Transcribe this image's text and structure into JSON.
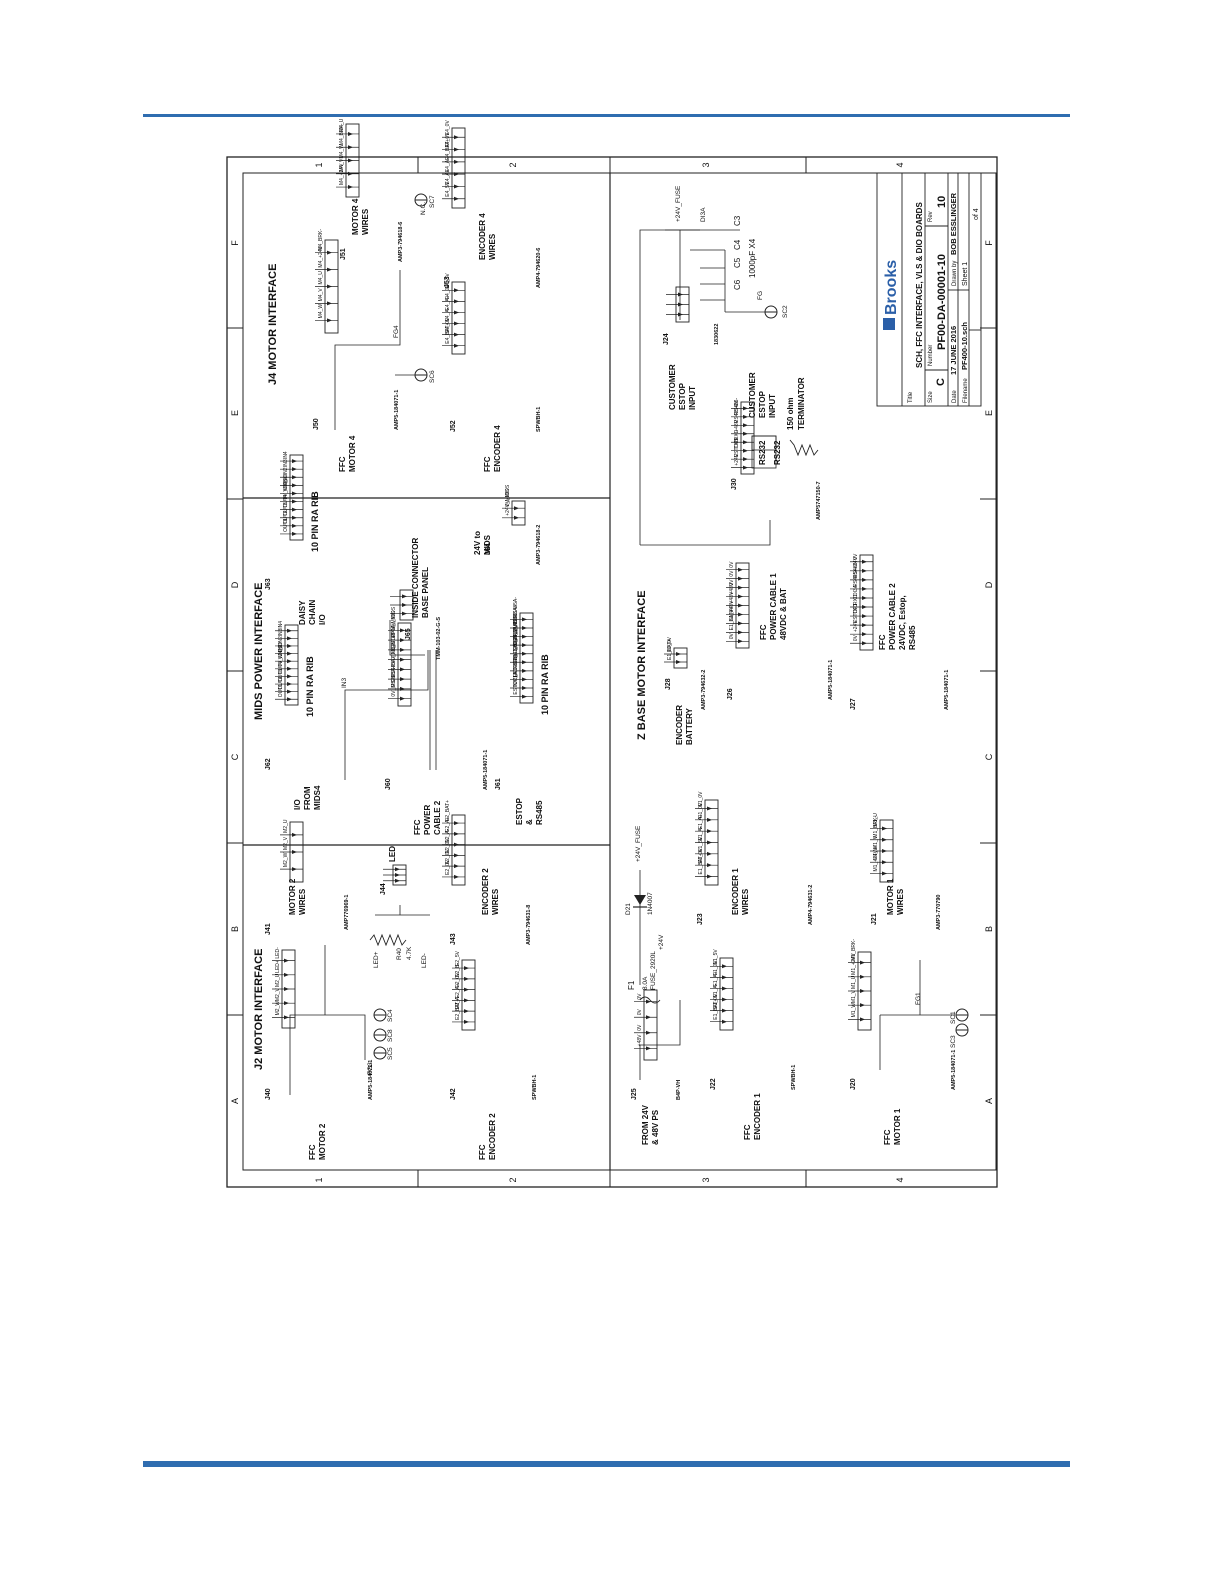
{
  "colors": {
    "rule": "#2f6db0",
    "ink": "#222222",
    "brand": "#2b5fa8"
  },
  "frame": {
    "col_labels": [
      "1",
      "2",
      "3",
      "4"
    ],
    "row_labels": [
      "A",
      "B",
      "C",
      "D",
      "E",
      "F"
    ]
  },
  "sections": {
    "j2": "J2 MOTOR INTERFACE",
    "mids": "MIDS POWER INTERFACE",
    "j4": "J4 MOTOR INTERFACE",
    "zbase": "Z BASE MOTOR INTERFACE"
  },
  "title_block": {
    "logo": "Brooks",
    "title_label": "Title",
    "title": "SCH, FFC INTERFACE, VLS  & DIO BOARDS",
    "size_label": "Size",
    "size": "C",
    "number_label": "Number",
    "number": "PF00-DA-00001-10",
    "rev_label": "Rev",
    "rev": "10",
    "date_label": "Date",
    "date": "17 JUNE 2016",
    "drawn_label": "Drawn by",
    "drawn_by": "BOB ESSLINGER",
    "filename_label": "Filename",
    "filename": "PF400-10.sch",
    "sheet": "Sheet 1",
    "sheet_of": "of 4"
  },
  "connectors": {
    "j40": {
      "ref": "J40",
      "label1": "FFC",
      "label2": "MOTOR 2",
      "part": "AMP5-184071-1",
      "pins": [
        "M2_W",
        "M2_V",
        "M2_U",
        "LED+",
        "LED-"
      ]
    },
    "j41": {
      "ref": "J41",
      "label1": "MOTOR 2",
      "label2": "WIRES",
      "part": "AMP776969-1",
      "pins": [
        "M2_W",
        "M2_V",
        "M2_U"
      ]
    },
    "j44": {
      "ref": "J44",
      "label1": "LED"
    },
    "r40": {
      "ref": "R40",
      "value": "4.7K",
      "led_plus": "LED+",
      "led_minus": "LED-"
    },
    "j42": {
      "ref": "J42",
      "label1": "FFC",
      "label2": "ENCODER 2",
      "part": "SPWBH-1",
      "pins": [
        "E2_BAT+",
        "E2_A-",
        "E2_A+",
        "E2_0V",
        "E2_B-",
        "E2_5V"
      ]
    },
    "j43": {
      "ref": "J43",
      "label1": "ENCODER 2",
      "label2": "WIRES",
      "part": "AMP3-794631-8",
      "pins": [
        "E2_0V",
        "E2_0V",
        "E2_0V",
        "E2_A-",
        "E2_A+",
        "E2_BAT+"
      ]
    },
    "j62": {
      "ref": "J62",
      "label1": "I/O",
      "label2": "FROM",
      "label3": "MIDS4",
      "rib": "10 PIN RA RIB",
      "pins": [
        "OUT1",
        "OUT2",
        "OUT3",
        "OUT4",
        "0V_MIDS",
        "V24_IO",
        "IN1",
        "IN2",
        "IN3",
        "IN4"
      ]
    },
    "j63": {
      "ref": "J63",
      "label1": "DAISY",
      "label2": "CHAIN",
      "label3": "I/O",
      "rib": "10 PIN RA RIB",
      "pins": [
        "OUT1",
        "OUT2",
        "OUT3",
        "OUT4",
        "0V_MIDS",
        "V24_IO",
        "IN1",
        "IN2",
        "IN3",
        "IN4"
      ]
    },
    "j60": {
      "ref": "J60",
      "label1": "FFC",
      "label2": "POWER",
      "label3": "CABLE 2",
      "part": "AMP5-184071-1",
      "pins": [
        "0V_MIDS",
        "RS485A+",
        "RS485A-",
        "RXD_MCP",
        "TXD_MCP",
        "ESTOP1A",
        "+24V_MIDS",
        "0V_MIDS"
      ]
    },
    "j61": {
      "ref": "J61",
      "label1": "ESTOP",
      "label2": "&",
      "label3": "RS485",
      "rib": "10 PIN RA RIB",
      "pins": [
        "ESTOP1A",
        "N/C_FORCE_ESTOP1_OUT",
        "ESTOP2A",
        "FORCE ESTOP 2",
        "RXD_MCP",
        "TXD_MCP",
        "+24V_MIDS",
        "0V_MIDS",
        "RS485A+",
        "RS485A-"
      ]
    },
    "j65": {
      "ref": "J65",
      "label1": "INSIDE CONNECTOR",
      "label2": "BASE PANEL",
      "part": "TMM-103-02-G-S"
    },
    "j64": {
      "ref": "J64",
      "label1": "24V to",
      "label2": "MIDS",
      "part": "AMP3-794618-2",
      "pins": [
        "+24V_MIDS",
        "0V_MIDS"
      ]
    },
    "j50": {
      "ref": "J50",
      "label1": "FFC",
      "label2": "MOTOR 4",
      "part": "AMP5-184071-1",
      "pins": [
        "M4_W",
        "M4_V",
        "M4_U",
        "M4_+24V",
        "M4_BRK-"
      ]
    },
    "j51": {
      "ref": "J51",
      "label1": "MOTOR 4",
      "label2": "WIRES",
      "part": "AMP3-794618-6",
      "pins": [
        "M4_+24V",
        "M4_V",
        "M4_W",
        "M4_BRK-",
        "M4_U"
      ]
    },
    "j52": {
      "ref": "J52",
      "label1": "FFC",
      "label2": "ENCODER 4",
      "part": "SPWBH-1",
      "pins": [
        "E4_BAT+",
        "E4_0V",
        "E4_A-",
        "E4_A+",
        "E4_0V",
        "E4_5V"
      ]
    },
    "j53": {
      "ref": "J53",
      "label1": "ENCODER 4",
      "label2": "WIRES",
      "part": "AMP4-794620-6",
      "pins": [
        "E4_5V",
        "E4_A+",
        "E4_A-",
        "E4_BAT+",
        "E4_0V",
        "E4_0V"
      ]
    },
    "j25": {
      "ref": "J25",
      "label1": "FROM 24V",
      "label2": "& 48V PS",
      "part": "B4P-VH",
      "pins": [
        "+48V",
        "0V",
        "0V",
        "0V"
      ]
    },
    "f1": {
      "ref": "F1",
      "value": "8.0A",
      "part": "FUSE_2920L",
      "net": "+24V"
    },
    "d21": {
      "ref": "D21",
      "part": "1N4007",
      "net": "+24V_FUSE"
    },
    "j22": {
      "ref": "J22",
      "label1": "FFC",
      "label2": "ENCODER 1",
      "part": "SPWBH-1",
      "pins": [
        "E1_BAT+",
        "E1_0V",
        "E1_A-",
        "E1_A+",
        "E1_0V",
        "E1_5V"
      ]
    },
    "j23": {
      "ref": "J23",
      "label1": "ENCODER 1",
      "label2": "WIRES",
      "part": "AMP4-794631-2",
      "pins": [
        "E1_BAT+",
        "E1_0V",
        "E1_5V",
        "E1_A-",
        "E1_A+",
        "E1_0V",
        "E1_0V"
      ]
    },
    "j20": {
      "ref": "J20",
      "label1": "FFC",
      "label2": "MOTOR 1",
      "part": "AMP5-184071-1",
      "pins": [
        "M1_W",
        "M1_V",
        "M1_U",
        "M1_+24V",
        "M1_BRK-"
      ]
    },
    "j21": {
      "ref": "J21",
      "label1": "MOTOR 1",
      "label2": "WIRES",
      "part": "AMP3-770790",
      "pins": [
        "M1_+24V",
        "M1_W",
        "M1_V",
        "M1_BRK-",
        "M1_U"
      ]
    },
    "j28": {
      "ref": "J28",
      "label1": "ENCODER",
      "label2": "BATTERY",
      "part": "AMP3-794632-2",
      "pins": [
        "E1_BAT+",
        "E1_0V"
      ]
    },
    "j26": {
      "ref": "J26",
      "label1": "FFC",
      "label2": "POWER CABLE 1",
      "label3": "48VDC  & BAT",
      "part": "AMP5-184071-1",
      "pins": [
        "0V",
        "E1_BAT+",
        "E1_0V",
        "+48V",
        "+48V",
        "+48V",
        "0V",
        "0V",
        "0V"
      ]
    },
    "j27": {
      "ref": "J27",
      "label1": "FFC",
      "label2": "POWER CABLE 2",
      "label3": "24VDC, Estop,",
      "label4": "RS485",
      "part": "AMP5-184071-1",
      "pins": [
        "0V",
        "+24V",
        "ESTOP1",
        "TXD",
        "RXD",
        "DI3A",
        "RS485+",
        "RS485-",
        "+24V",
        "0V"
      ]
    },
    "j30": {
      "ref": "J30",
      "part": "AMP5747150-7",
      "pins": [
        "+24V",
        "ESTOP1",
        "TXD",
        "RXD",
        "+48V",
        "RS485+",
        "RS485-",
        "0V"
      ]
    },
    "j24": {
      "ref": "J24",
      "label1": "CUSTOMER",
      "label2": "ESTOP",
      "label3": "INPUT",
      "part": "1830622"
    },
    "rs232": {
      "a": "RS232",
      "b": "RS232",
      "cust1": "CUSTOMER",
      "cust2": "ESTOP",
      "cust3": "INPUT",
      "term1": "150 ohm",
      "term2": "TERMINATOR"
    },
    "caps": {
      "net": "+24V_FUSE",
      "di3a": "DI3A",
      "c3": "C3",
      "c4": "C4",
      "c5": "C5",
      "c6": "C6",
      "value": "1000pF X4",
      "fg": "FG",
      "sc2": "SC2"
    },
    "misc": {
      "nc": "N.C.",
      "sc7": "SC7",
      "sc6": "SC6",
      "fg4": "FG4",
      "sc4": "SC4",
      "sc8": "SC8",
      "sc5": "SC5",
      "fg3": "FG3",
      "fg1": "FG1",
      "sc1": "SC1",
      "sc3": "SC3",
      "in3": "IN3"
    }
  }
}
